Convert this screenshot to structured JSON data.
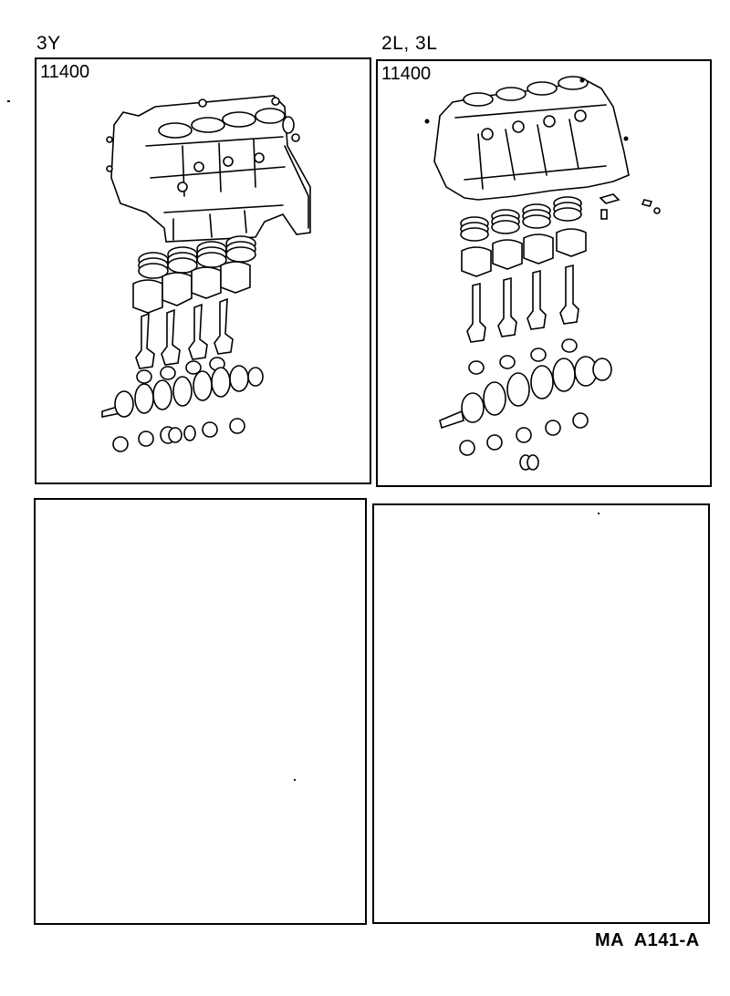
{
  "page": {
    "footer_code": "MA  A141-A"
  },
  "columns": [
    {
      "engine_label": "3Y"
    },
    {
      "engine_label": "2L, 3L"
    }
  ],
  "panels": [
    {
      "position": "top-left",
      "part_code": "11400",
      "illustration": "short-block-assembly-3y",
      "components": [
        "cylinder block",
        "piston rings x4",
        "pistons x4",
        "connecting rods x4",
        "rod bearings x4",
        "crankshaft",
        "main bearings",
        "thrust washers"
      ]
    },
    {
      "position": "top-right",
      "part_code": "11400",
      "illustration": "short-block-assembly-2l-3l",
      "components": [
        "cylinder block",
        "piston rings x4",
        "pistons x4",
        "connecting rods x4",
        "rod bearings x4",
        "crankshaft",
        "main bearings x5",
        "thrust washers",
        "oil jet / bolts"
      ]
    },
    {
      "position": "bottom-left",
      "part_code": "",
      "illustration": "empty"
    },
    {
      "position": "bottom-right",
      "part_code": "",
      "illustration": "empty"
    }
  ]
}
